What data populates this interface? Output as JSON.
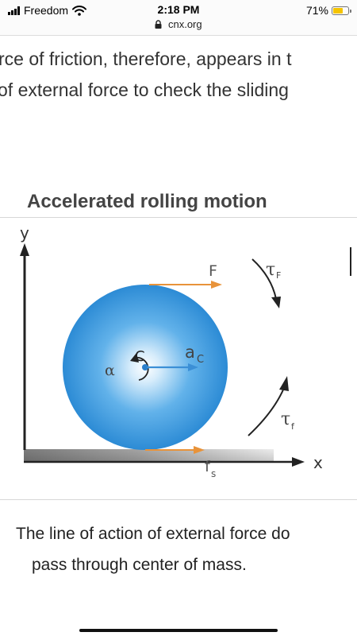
{
  "status_bar": {
    "carrier": "Freedom",
    "time": "2:18 PM",
    "url": "cnx.org",
    "battery_percent": "71%",
    "battery_level": 0.71,
    "icons": [
      "signal-icon",
      "wifi-icon",
      "lock-icon",
      "battery-icon"
    ]
  },
  "article": {
    "line1": "rce of friction, therefore, appears in t",
    "line2": "of external force to check the sliding",
    "heading": "Accelerated rolling motion",
    "caption_line1": "The line of action of external force do",
    "caption_line2": "pass through center of mass."
  },
  "figure": {
    "axis_y": "y",
    "axis_x": "x",
    "force_label": "F",
    "torque_f_label": "τ",
    "torque_f_sub": "F",
    "torque_t_label": "τ",
    "torque_t_sub": "f",
    "alpha_label": "α",
    "center_label": "C",
    "accel_label": "a",
    "accel_sub": "C",
    "friction_label": "f",
    "friction_sub": "s",
    "colors": {
      "ball": "#2f8fd8",
      "ball_highlight": "#ffffff",
      "arrow_orange": "#e8933a",
      "ground": "#8a8a8a",
      "axis": "#222222"
    }
  }
}
